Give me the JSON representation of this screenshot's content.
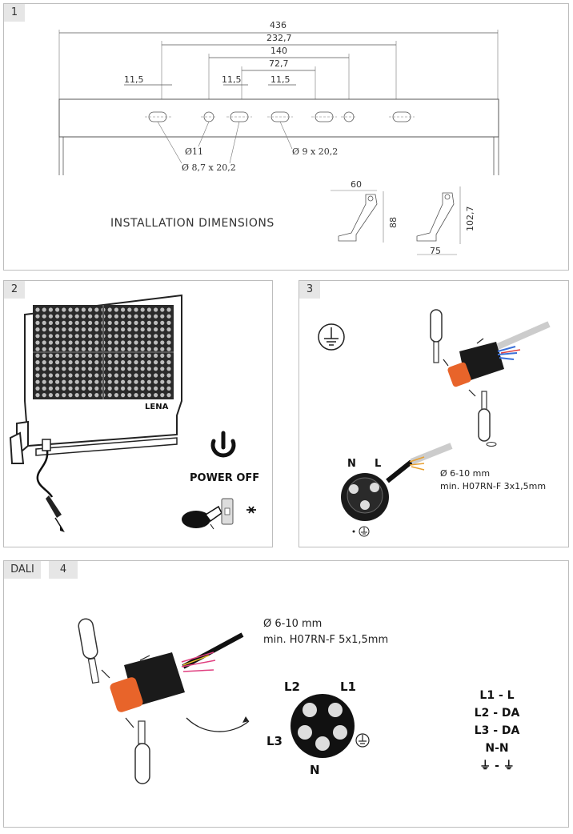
{
  "panels": {
    "p1": {
      "tag": "1"
    },
    "p2": {
      "tag": "2"
    },
    "p3": {
      "tag": "3"
    },
    "p4": {
      "tag_dali": "DALI",
      "tag": "4"
    }
  },
  "installation": {
    "title": "INSTALLATION DIMENSIONS",
    "dim_436": "436",
    "dim_232_7": "232,7",
    "dim_140": "140",
    "dim_72_7": "72,7",
    "dim_11_5_a": "11,5",
    "dim_11_5_b": "11,5",
    "dim_11_5_c": "11,5",
    "hole_11": "Ø11",
    "hole_8_7": "Ø 8,7 x 20,2",
    "hole_9": "Ø 9 x 20,2",
    "bracket_a_w": "60",
    "bracket_a_h": "88",
    "bracket_b_w": "75",
    "bracket_b_h": "102,7"
  },
  "power": {
    "label": "POWER OFF",
    "brand": "LENA"
  },
  "connector3": {
    "cable_dia": "Ø 6-10 mm",
    "cable_type": "min. H07RN-F 3x1,5mm",
    "pin_n": "N",
    "pin_l": "L"
  },
  "dali": {
    "cable_dia": "Ø 6-10 mm",
    "cable_type": "min. H07RN-F 5x1,5mm",
    "pin_l2": "L2",
    "pin_l1": "L1",
    "pin_l3": "L3",
    "pin_n": "N",
    "legend": [
      "L1 - L",
      "L2 - DA",
      "L3 - DA",
      "N-N",
      "⏚ - ⏚"
    ]
  },
  "colors": {
    "orange": "#e8642a",
    "black": "#1a1a1a",
    "grey_panel": "#e6e6e6"
  }
}
